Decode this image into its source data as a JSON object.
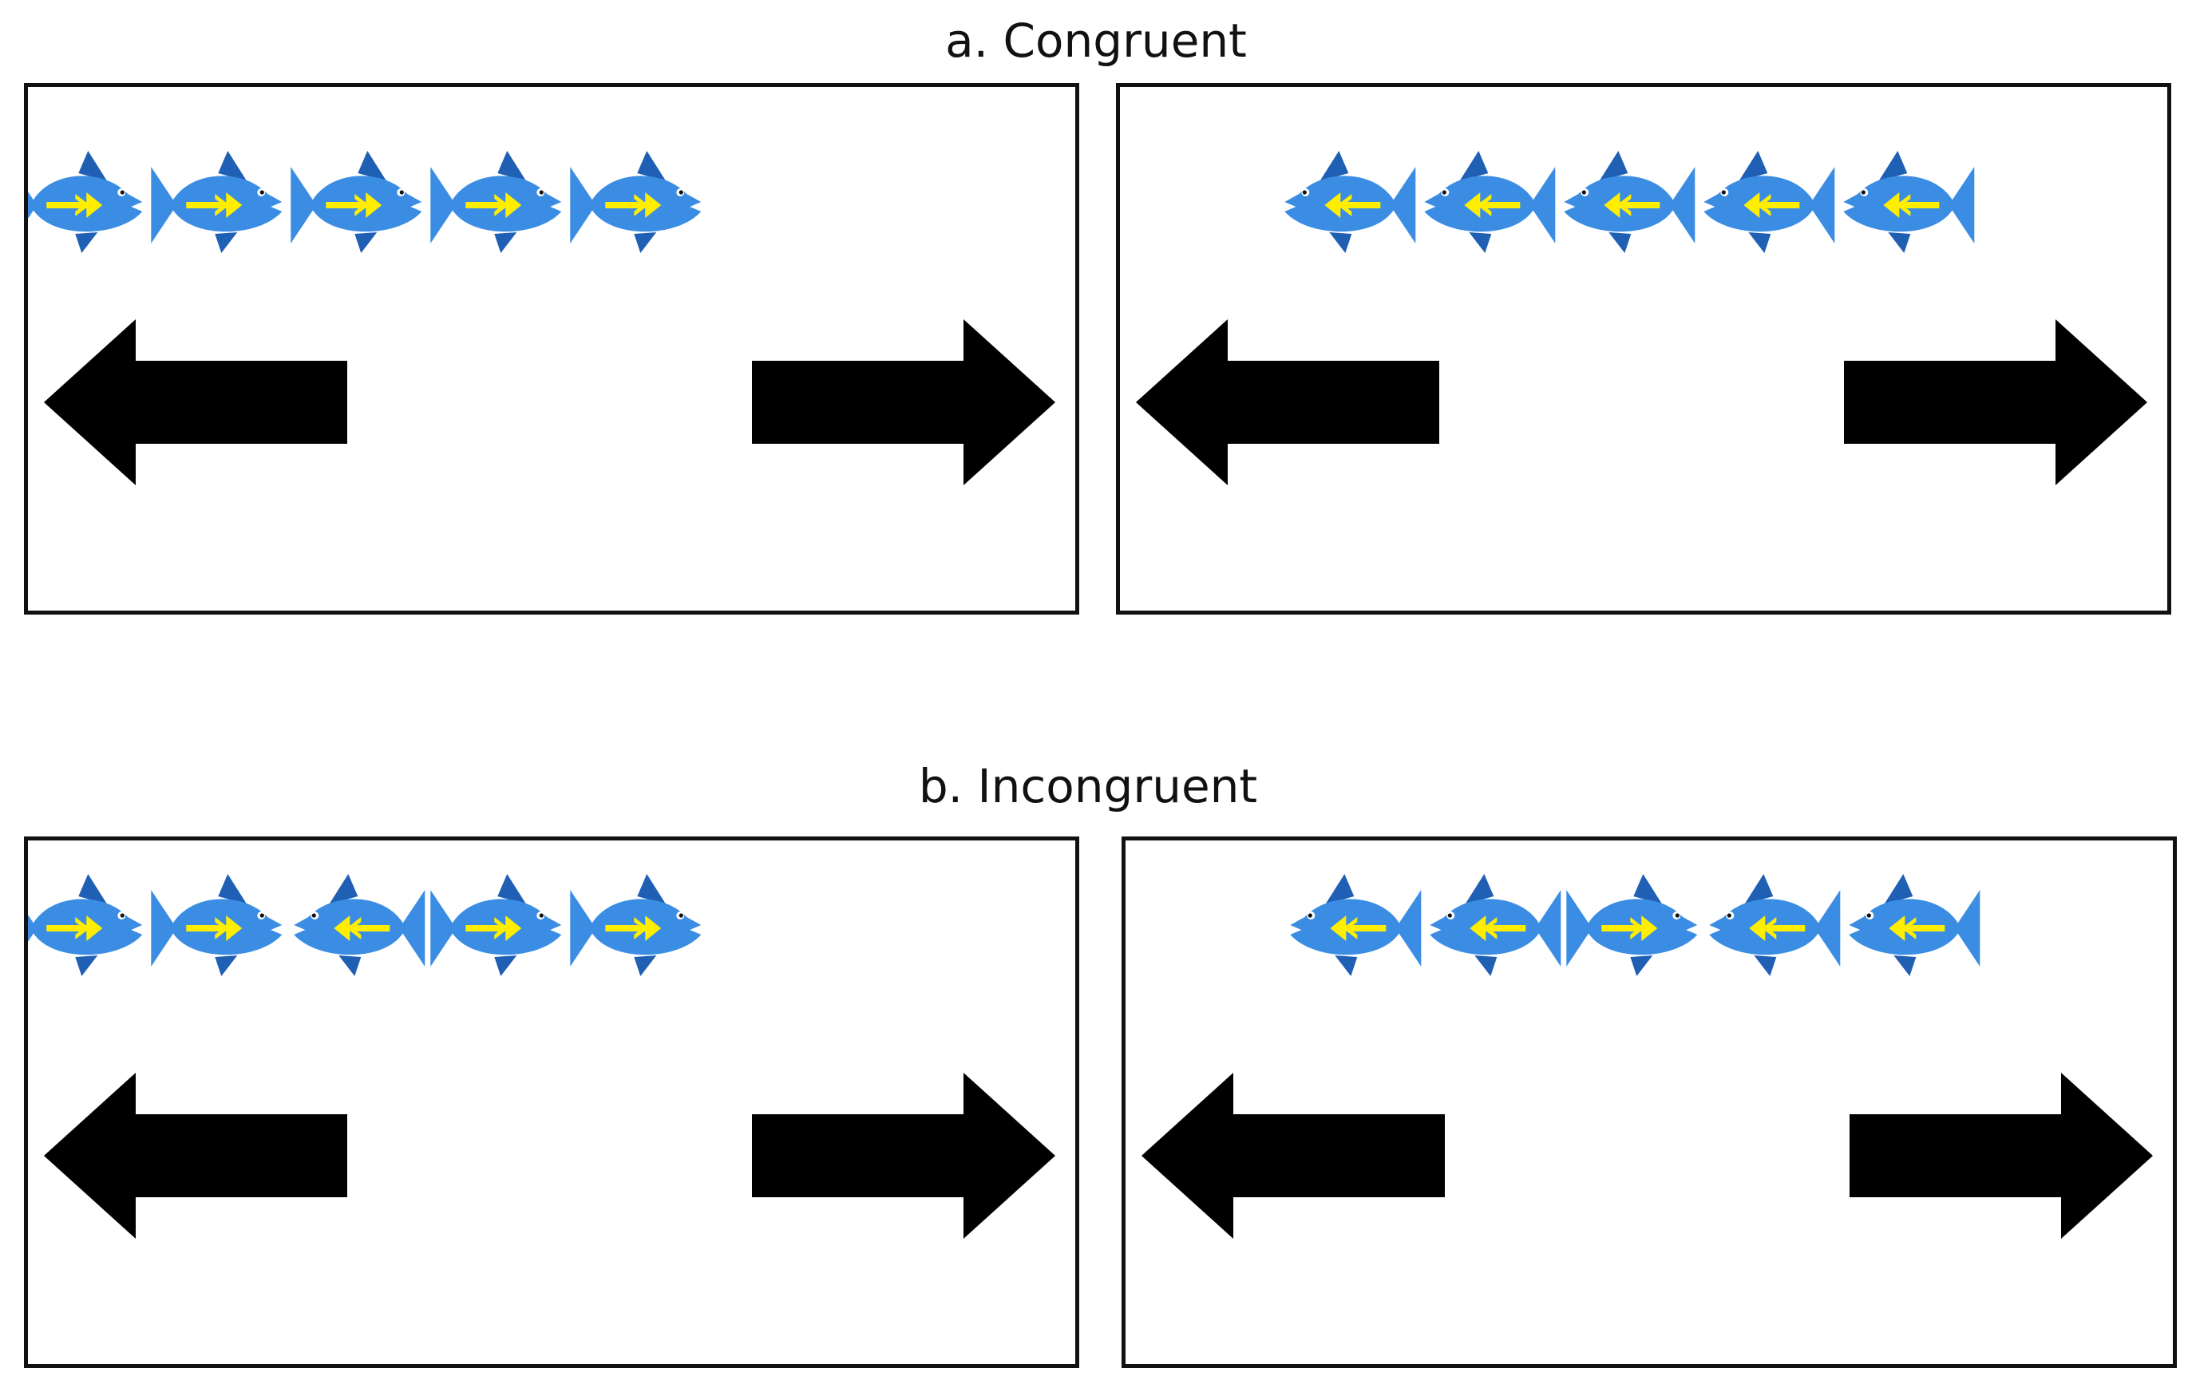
{
  "sections": [
    {
      "label": "a. Congruent",
      "panels": [
        {
          "fish": [
            "right",
            "right",
            "right",
            "right",
            "right"
          ]
        },
        {
          "fish": [
            "left",
            "left",
            "left",
            "left",
            "left"
          ]
        }
      ]
    },
    {
      "label": "b. Incongruent",
      "panels": [
        {
          "fish": [
            "right",
            "right",
            "left",
            "right",
            "right"
          ]
        },
        {
          "fish": [
            "left",
            "left",
            "right",
            "left",
            "left"
          ]
        }
      ]
    }
  ],
  "response_buttons": [
    "left-arrow",
    "right-arrow"
  ],
  "colors": {
    "fish_body": "#3b8de4",
    "fish_fin": "#1f5fb4",
    "fish_arrow": "#ffee00",
    "response_arrow": "#000000",
    "frame": "#111111"
  }
}
